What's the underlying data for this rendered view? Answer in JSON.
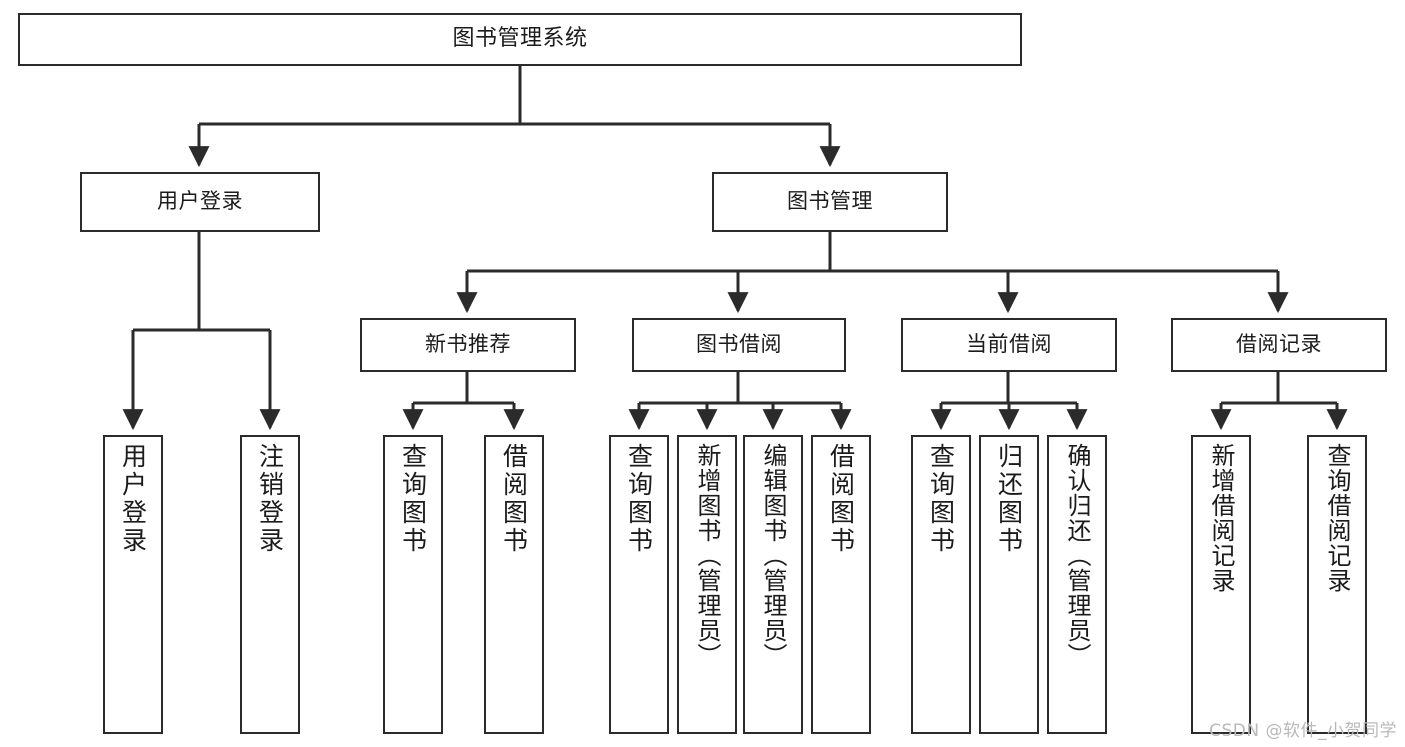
{
  "diagram": {
    "title": "图书管理系统",
    "type": "功能结构图",
    "line_color": "#2b2b2b",
    "box_fill": "#ffffff",
    "text_color": "#1b1b1b",
    "watermark": "CSDN @软件_小贺同学",
    "watermark_color": "#b9b9b9"
  },
  "nodes": {
    "root": {
      "label": "图书管理系统"
    },
    "level2": [
      {
        "label": "用户登录"
      },
      {
        "label": "图书管理"
      }
    ],
    "level3": [
      {
        "label": "新书推荐"
      },
      {
        "label": "图书借阅"
      },
      {
        "label": "当前借阅"
      },
      {
        "label": "借阅记录"
      }
    ],
    "leaves": {
      "user_login": [
        {
          "label": "用户登录"
        },
        {
          "label": "注销登录"
        }
      ],
      "new_book": [
        {
          "label": "查询图书"
        },
        {
          "label": "借阅图书"
        }
      ],
      "book_borrow": [
        {
          "label": "查询图书"
        },
        {
          "label": "新增图书（管理员）"
        },
        {
          "label": "编辑图书（管理员）"
        },
        {
          "label": "借阅图书"
        }
      ],
      "current_borrow": [
        {
          "label": "查询图书"
        },
        {
          "label": "归还图书"
        },
        {
          "label": "确认归还（管理员）"
        }
      ],
      "borrow_record": [
        {
          "label": "新增借阅记录"
        },
        {
          "label": "查询借阅记录"
        }
      ]
    }
  }
}
